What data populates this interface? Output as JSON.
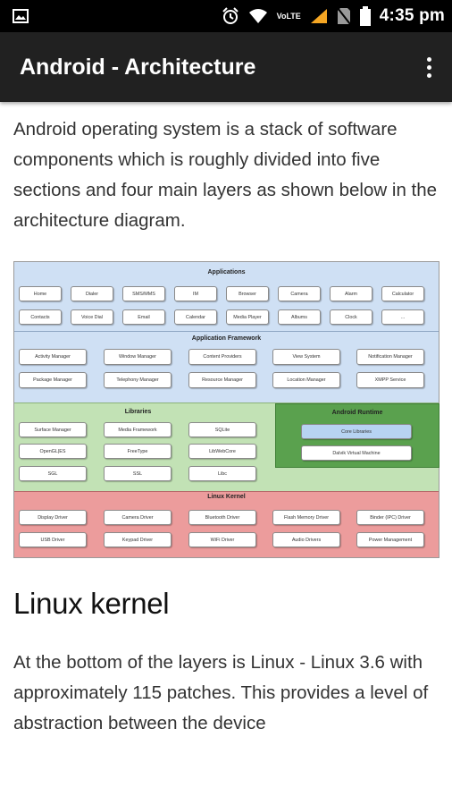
{
  "status_bar": {
    "time": "4:35 pm",
    "network": "VoLTE"
  },
  "app_bar": {
    "title": "Android - Architecture"
  },
  "content": {
    "intro": "Android operating system is a stack of software components which is roughly divided into five sections and four main layers as shown below in the architecture diagram.",
    "heading": "Linux kernel",
    "body": "At the bottom of the layers is Linux - Linux 3.6 with approximately 115 patches. This provides a level of abstraction between the device"
  },
  "diagram": {
    "colors": {
      "applications": "#cfe0f4",
      "framework": "#cfe0f4",
      "libraries": "#c2e2b5",
      "runtime": "#5aa14e",
      "runtime_core": "#b7d3f2",
      "kernel": "#ec9c9c"
    },
    "applications": {
      "title": "Applications",
      "items": [
        "Home",
        "Dialer",
        "SMS/MMS",
        "IM",
        "Browser",
        "Camera",
        "Alarm",
        "Calculator",
        "Contacts",
        "Voice Dial",
        "Email",
        "Calendar",
        "Media Player",
        "Albums",
        "Clock",
        "..."
      ]
    },
    "framework": {
      "title": "Application Framework",
      "items": [
        "Activity Manager",
        "Window Manager",
        "Content Providers",
        "View System",
        "Notification Manager",
        "Package Manager",
        "Telephony Manager",
        "Resource Manager",
        "Location Manager",
        "XMPP Service"
      ]
    },
    "libraries": {
      "title": "Libraries",
      "items": [
        "Surface Manager",
        "Media Framework",
        "SQLite",
        "OpenGL|ES",
        "FreeType",
        "LibWebCore",
        "SGL",
        "SSL",
        "Libc"
      ]
    },
    "runtime": {
      "title": "Android Runtime",
      "items": [
        "Core Libraries",
        "Dalvik Virtual Machine"
      ]
    },
    "kernel": {
      "title": "Linux Kernel",
      "items": [
        "Display Driver",
        "Camera Driver",
        "Bluetooth Driver",
        "Flash Memory Driver",
        "Binder (IPC) Driver",
        "USB Driver",
        "Keypad Driver",
        "WiFi Driver",
        "Audio Drivers",
        "Power Management"
      ]
    }
  }
}
